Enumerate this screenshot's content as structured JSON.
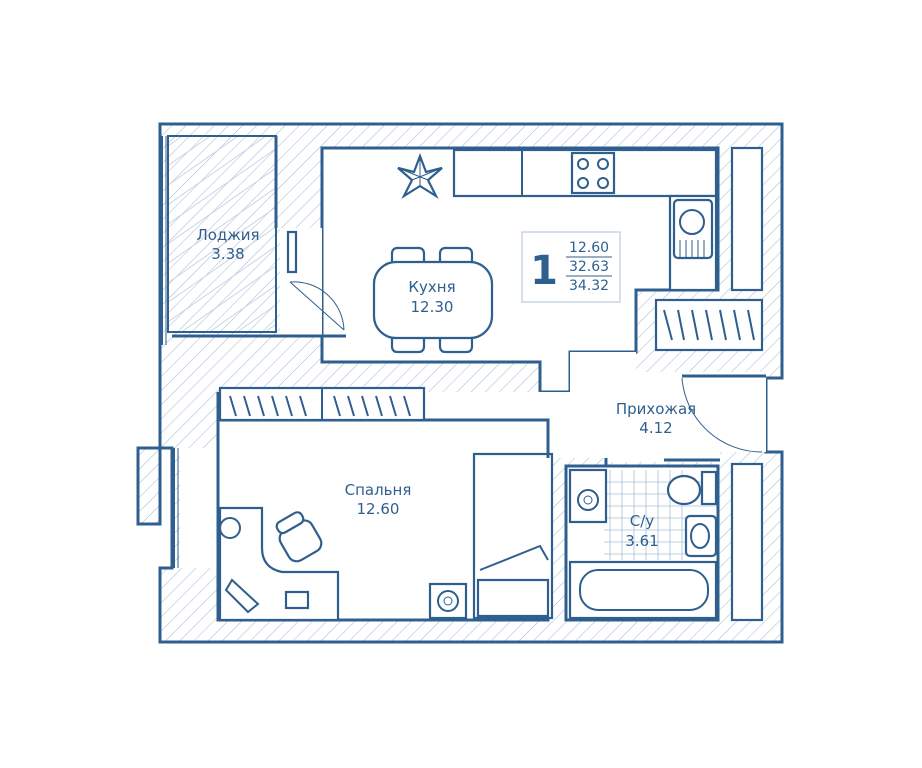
{
  "colors": {
    "line": "#2f5f8f",
    "hatch": "#9fb9d3",
    "background": "#ffffff"
  },
  "summary": {
    "rooms_count": "1",
    "living_area": "12.60",
    "total_area": "32.63",
    "total_area_with_loggia": "34.32"
  },
  "rooms": {
    "loggia": {
      "name": "Лоджия",
      "area": "3.38"
    },
    "kitchen": {
      "name": "Кухня",
      "area": "12.30"
    },
    "hallway": {
      "name": "Прихожая",
      "area": "4.12"
    },
    "bedroom": {
      "name": "Спальня",
      "area": "12.60"
    },
    "bathroom": {
      "name": "С/у",
      "area": "3.61"
    }
  },
  "icons": [
    "plant-icon",
    "stove-icon",
    "sink-icon",
    "toilet-icon",
    "bathtub-icon",
    "washing-machine-icon",
    "office-chair-icon",
    "desk-icon",
    "bed-icon",
    "dining-table-icon"
  ]
}
